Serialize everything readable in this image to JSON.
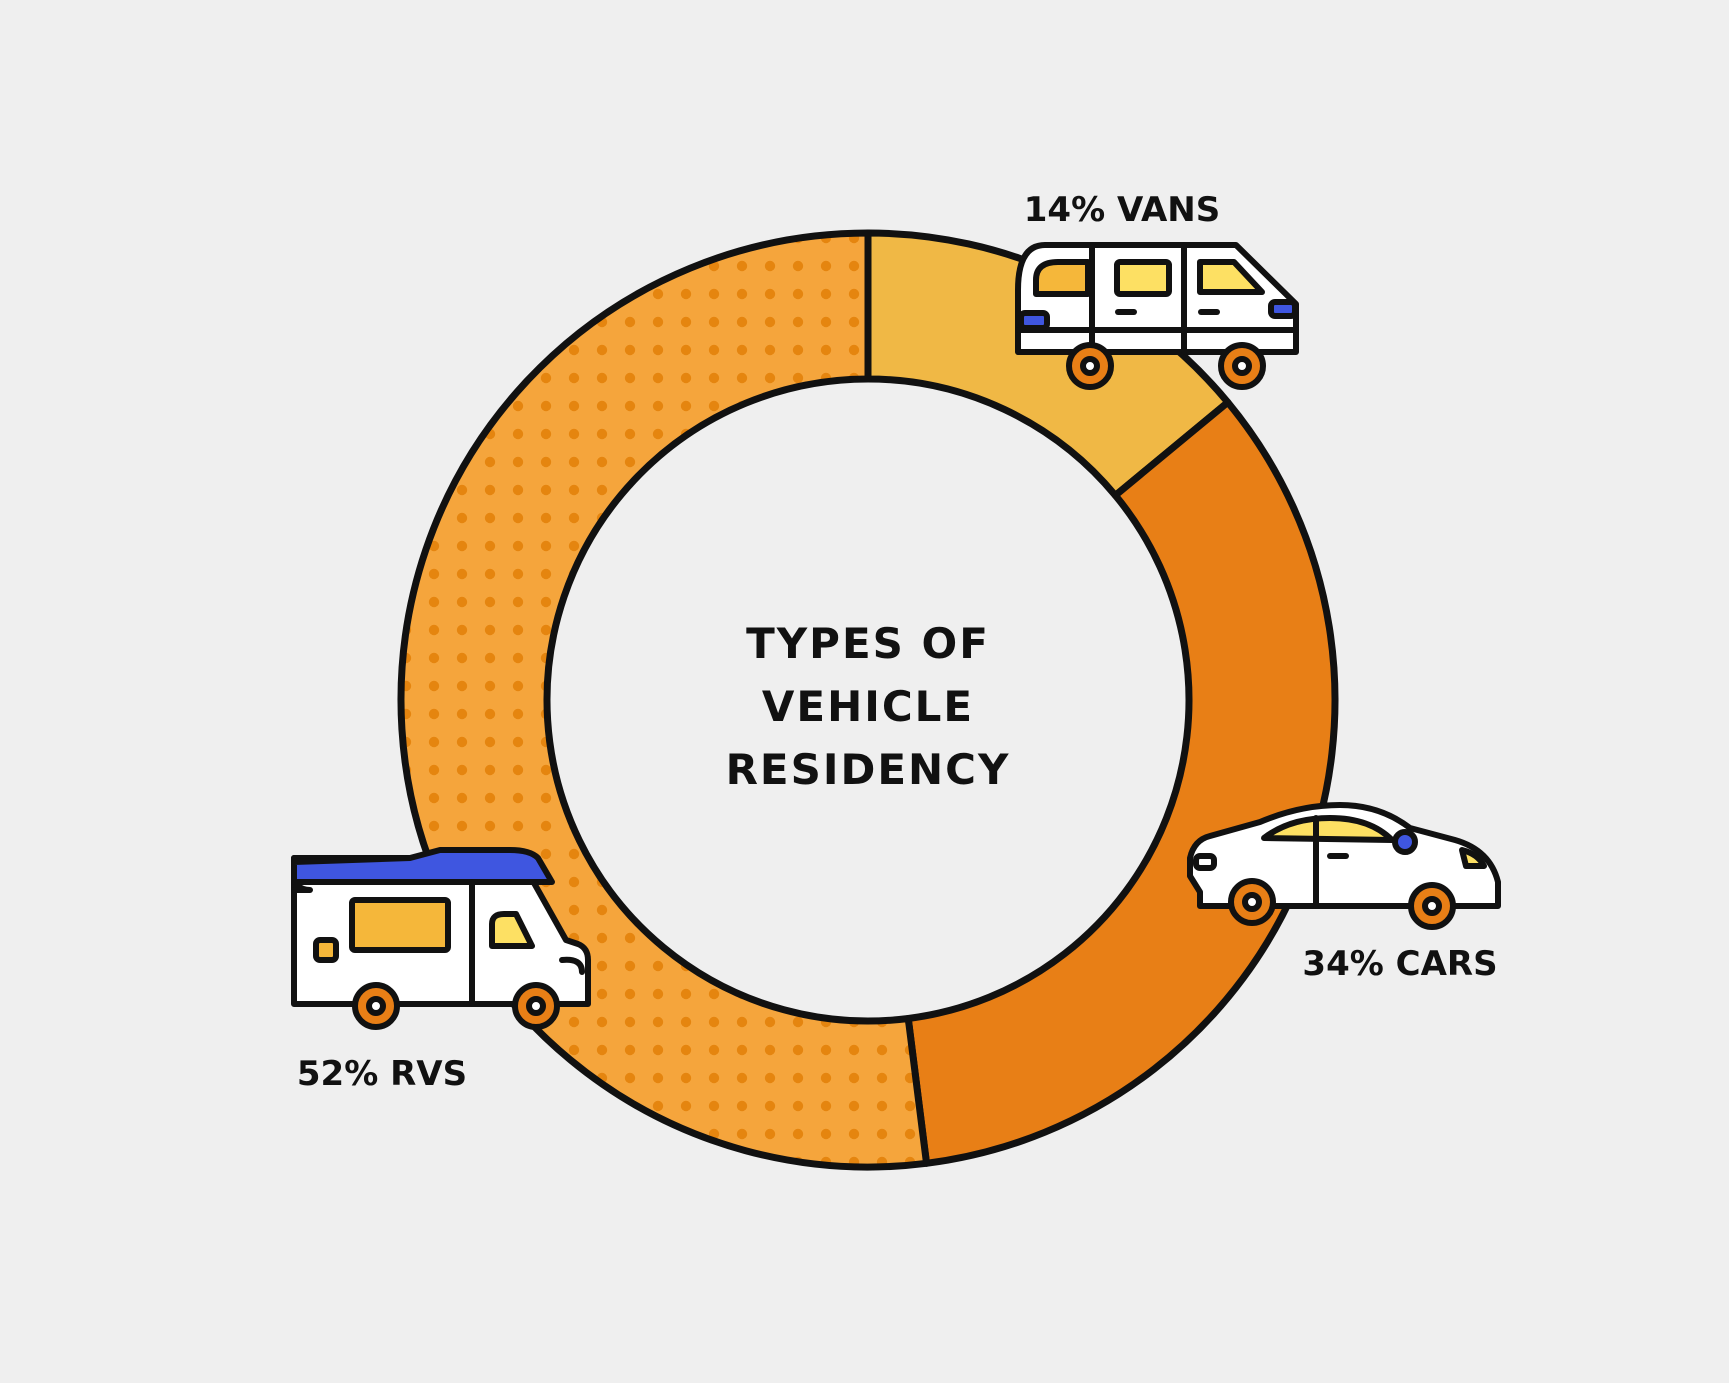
{
  "colors": {
    "background": "#efefef",
    "outline": "#111111",
    "vans": "#f0b845",
    "cars": "#e87f16",
    "rvs": "#f5a53c",
    "rvs_dots": "#e5850f",
    "vehicle_body": "#ffffff",
    "window_yellow": "#fde063",
    "window_amber": "#f5b73a",
    "accent_blue": "#3f56e0",
    "wheel_orange": "#e87f16"
  },
  "chart_data": {
    "type": "pie",
    "title": "TYPES OF VEHICLE RESIDENCY",
    "title_lines": [
      "TYPES OF",
      "VEHICLE",
      "RESIDENCY"
    ],
    "categories": [
      "VANS",
      "CARS",
      "RVS"
    ],
    "values": [
      14,
      34,
      52
    ],
    "unit": "%",
    "labels": [
      "14% VANS",
      "34% CARS",
      "52% RVS"
    ],
    "icons": [
      "van-icon",
      "car-icon",
      "rv-icon"
    ]
  }
}
